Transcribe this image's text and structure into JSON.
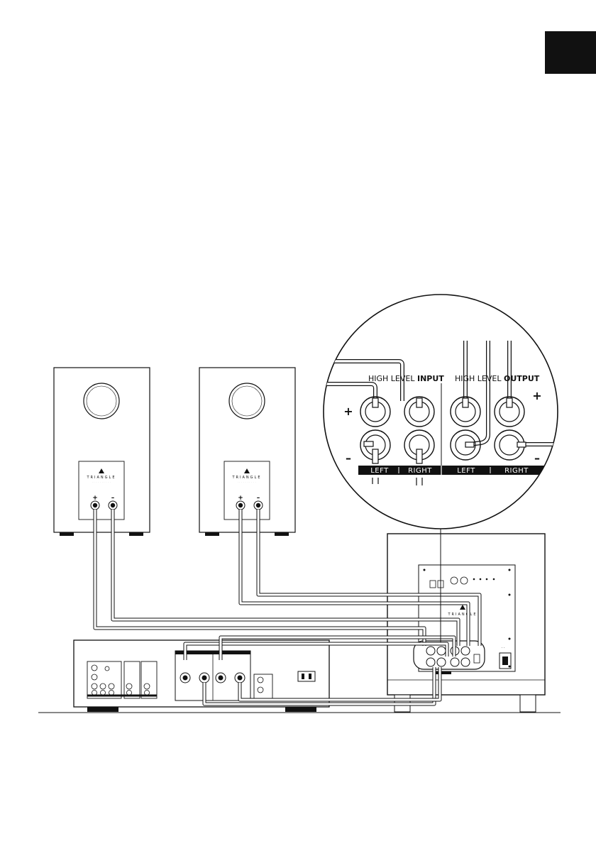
{
  "section_marker": {
    "color": "#111111"
  },
  "zoom": {
    "input_prefix": "HIGH LEVEL",
    "input_bold": "INPUT",
    "output_prefix": "HIGH LEVEL",
    "output_bold": "OUTPUT",
    "plus": "+",
    "minus": "–",
    "channels": [
      "LEFT",
      "RIGHT",
      "LEFT",
      "RIGHT"
    ]
  },
  "speakers": [
    {
      "brand": "TRIANGLE",
      "plus": "+",
      "minus": "–"
    },
    {
      "brand": "TRIANGLE",
      "plus": "+",
      "minus": "–"
    }
  ],
  "subwoofer": {
    "brand": "TRIANGLE"
  },
  "colors": {
    "line": "#111111",
    "wire": "#9a9a9a",
    "label_bar": "#111111"
  }
}
